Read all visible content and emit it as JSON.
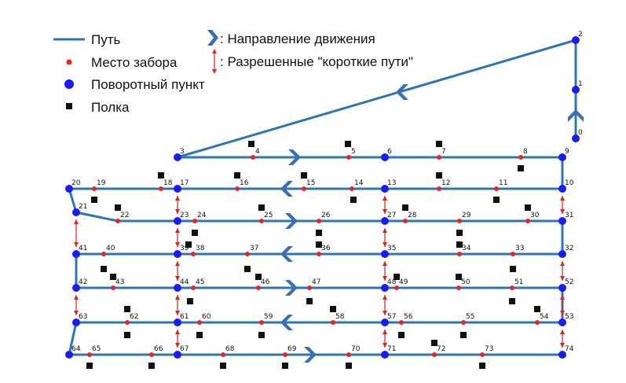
{
  "legend": {
    "path_label": "Путь",
    "pick_label": "Место забора",
    "turn_label": "Поворотный пункт",
    "shelf_label": "Полка",
    "direction_label": ": Направление движения",
    "shortcut_label": ": Разрешенные \"короткие пути\""
  },
  "colors": {
    "path": "#2e75b6",
    "turn_point": "#1a1aff",
    "pick_point": "#ee2222",
    "shelf": "#111111",
    "shortcut": "#dd2222",
    "chevron": "#3a6fb5"
  },
  "icons": {
    "direction": "chevron-icon",
    "shortcut": "double-arrow-icon",
    "shelf": "square-icon",
    "point": "circle-icon"
  },
  "nodes": [
    {
      "id": "0",
      "type": "turn"
    },
    {
      "id": "1",
      "type": "turn"
    },
    {
      "id": "2",
      "type": "turn"
    },
    {
      "id": "3",
      "type": "turn"
    },
    {
      "id": "4",
      "type": "pick"
    },
    {
      "id": "5",
      "type": "pick"
    },
    {
      "id": "6",
      "type": "turn"
    },
    {
      "id": "7",
      "type": "pick"
    },
    {
      "id": "8",
      "type": "pick"
    },
    {
      "id": "9",
      "type": "turn"
    },
    {
      "id": "10",
      "type": "turn"
    },
    {
      "id": "11",
      "type": "pick"
    },
    {
      "id": "12",
      "type": "pick"
    },
    {
      "id": "13",
      "type": "turn"
    },
    {
      "id": "14",
      "type": "pick"
    },
    {
      "id": "15",
      "type": "pick"
    },
    {
      "id": "16",
      "type": "pick"
    },
    {
      "id": "17",
      "type": "turn"
    },
    {
      "id": "18",
      "type": "pick"
    },
    {
      "id": "19",
      "type": "pick"
    },
    {
      "id": "20",
      "type": "turn"
    },
    {
      "id": "21",
      "type": "turn"
    },
    {
      "id": "22",
      "type": "pick"
    },
    {
      "id": "23",
      "type": "turn"
    },
    {
      "id": "24",
      "type": "pick"
    },
    {
      "id": "25",
      "type": "pick"
    },
    {
      "id": "26",
      "type": "pick"
    },
    {
      "id": "27",
      "type": "turn"
    },
    {
      "id": "28",
      "type": "pick"
    },
    {
      "id": "29",
      "type": "pick"
    },
    {
      "id": "30",
      "type": "pick"
    },
    {
      "id": "31",
      "type": "turn"
    },
    {
      "id": "32",
      "type": "turn"
    },
    {
      "id": "33",
      "type": "pick"
    },
    {
      "id": "34",
      "type": "pick"
    },
    {
      "id": "35",
      "type": "turn"
    },
    {
      "id": "36",
      "type": "pick"
    },
    {
      "id": "37",
      "type": "pick"
    },
    {
      "id": "38",
      "type": "pick"
    },
    {
      "id": "39",
      "type": "turn"
    },
    {
      "id": "40",
      "type": "pick"
    },
    {
      "id": "41",
      "type": "turn"
    },
    {
      "id": "42",
      "type": "turn"
    },
    {
      "id": "43",
      "type": "pick"
    },
    {
      "id": "44",
      "type": "turn"
    },
    {
      "id": "45",
      "type": "pick"
    },
    {
      "id": "46",
      "type": "pick"
    },
    {
      "id": "47",
      "type": "pick"
    },
    {
      "id": "48",
      "type": "turn"
    },
    {
      "id": "49",
      "type": "pick"
    },
    {
      "id": "50",
      "type": "pick"
    },
    {
      "id": "51",
      "type": "pick"
    },
    {
      "id": "52",
      "type": "turn"
    },
    {
      "id": "53",
      "type": "turn"
    },
    {
      "id": "54",
      "type": "pick"
    },
    {
      "id": "55",
      "type": "pick"
    },
    {
      "id": "56",
      "type": "pick"
    },
    {
      "id": "57",
      "type": "turn"
    },
    {
      "id": "58",
      "type": "pick"
    },
    {
      "id": "59",
      "type": "pick"
    },
    {
      "id": "60",
      "type": "pick"
    },
    {
      "id": "61",
      "type": "turn"
    },
    {
      "id": "62",
      "type": "pick"
    },
    {
      "id": "63",
      "type": "turn"
    },
    {
      "id": "64",
      "type": "turn"
    },
    {
      "id": "65",
      "type": "pick"
    },
    {
      "id": "66",
      "type": "pick"
    },
    {
      "id": "67",
      "type": "turn"
    },
    {
      "id": "68",
      "type": "pick"
    },
    {
      "id": "69",
      "type": "pick"
    },
    {
      "id": "70",
      "type": "pick"
    },
    {
      "id": "71",
      "type": "turn"
    },
    {
      "id": "72",
      "type": "pick"
    },
    {
      "id": "73",
      "type": "pick"
    },
    {
      "id": "74",
      "type": "turn"
    }
  ],
  "path_sequence": [
    "0",
    "1",
    "2",
    "3",
    "4",
    "5",
    "6",
    "7",
    "8",
    "9",
    "10",
    "11",
    "12",
    "13",
    "14",
    "15",
    "16",
    "17",
    "18",
    "19",
    "20",
    "21",
    "22",
    "23",
    "24",
    "25",
    "26",
    "27",
    "28",
    "29",
    "30",
    "31",
    "32",
    "33",
    "34",
    "35",
    "36",
    "37",
    "38",
    "39",
    "40",
    "41",
    "42",
    "43",
    "44",
    "45",
    "46",
    "47",
    "48",
    "49",
    "50",
    "51",
    "52",
    "53",
    "54",
    "55",
    "56",
    "57",
    "58",
    "59",
    "60",
    "61",
    "62",
    "63",
    "64",
    "65",
    "66",
    "67",
    "68",
    "69",
    "70",
    "71",
    "72",
    "73",
    "74"
  ],
  "shortcuts": [
    [
      "17",
      "23"
    ],
    [
      "23",
      "39"
    ],
    [
      "39",
      "44"
    ],
    [
      "44",
      "61"
    ],
    [
      "61",
      "67"
    ],
    [
      "13",
      "27"
    ],
    [
      "27",
      "35"
    ],
    [
      "35",
      "48"
    ],
    [
      "48",
      "57"
    ],
    [
      "57",
      "71"
    ],
    [
      "10",
      "31"
    ],
    [
      "32",
      "52"
    ],
    [
      "52",
      "53"
    ],
    [
      "53",
      "74"
    ],
    [
      "21",
      "41"
    ],
    [
      "42",
      "63"
    ]
  ],
  "direction_arrows": [
    {
      "at": "upper",
      "dir": "up"
    },
    {
      "at": "diag",
      "dir": "left"
    },
    {
      "at": "row1",
      "dir": "right"
    },
    {
      "at": "row2",
      "dir": "left"
    },
    {
      "at": "row3",
      "dir": "right"
    },
    {
      "at": "row4",
      "dir": "left"
    },
    {
      "at": "row5",
      "dir": "right"
    },
    {
      "at": "row6",
      "dir": "left"
    },
    {
      "at": "row7",
      "dir": "right"
    }
  ]
}
